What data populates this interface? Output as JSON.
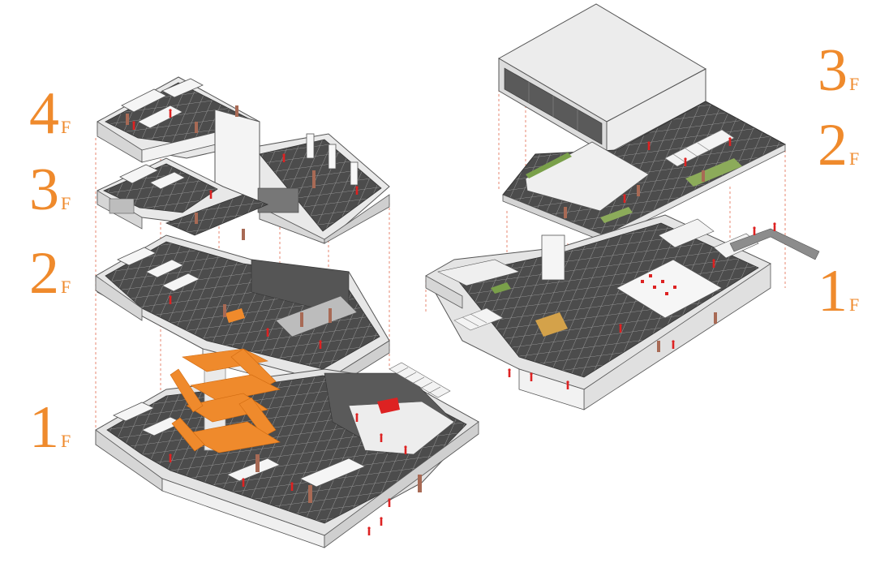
{
  "accent_color": "#ef8a2c",
  "left_building": {
    "floor_labels": [
      {
        "num": "4",
        "sub": "F"
      },
      {
        "num": "3",
        "sub": "F"
      },
      {
        "num": "2",
        "sub": "F"
      },
      {
        "num": "1",
        "sub": "F"
      }
    ]
  },
  "right_building": {
    "floor_labels": [
      {
        "num": "3",
        "sub": "F"
      },
      {
        "num": "2",
        "sub": "F"
      },
      {
        "num": "1",
        "sub": "F"
      }
    ]
  },
  "icons": [
    "red-human-figure",
    "orange-spiral-stair"
  ]
}
